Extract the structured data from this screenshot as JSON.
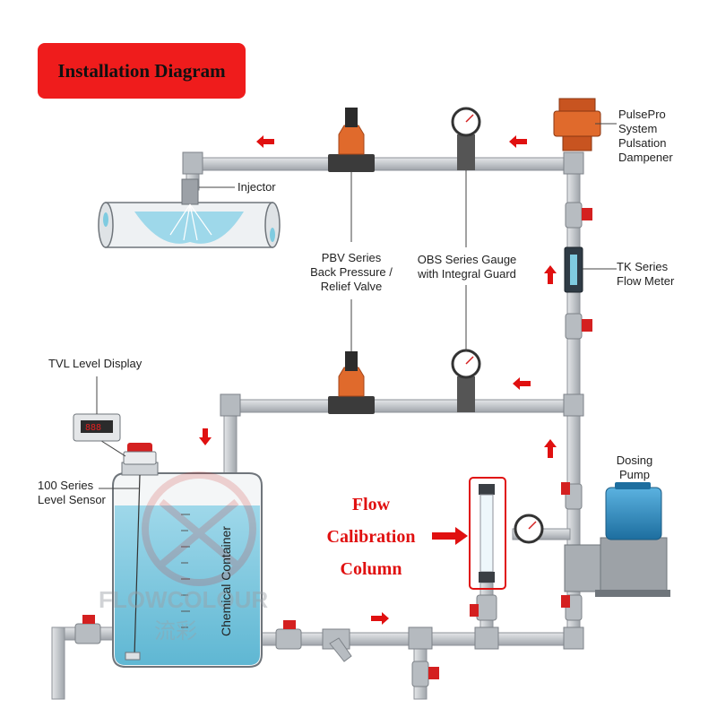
{
  "title": "Installation Diagram",
  "labels": {
    "injector": "Injector",
    "pulsepro": [
      "PulsePro",
      "System",
      "Pulsation",
      "Dampener"
    ],
    "tk_flow_meter": [
      "TK Series",
      "Flow Meter"
    ],
    "pbv_valve": [
      "PBV Series",
      "Back Pressure /",
      "Relief Valve"
    ],
    "obs_gauge": [
      "OBS Series Gauge",
      "with Integral Guard"
    ],
    "tvl_display": "TVL Level Display",
    "level_sensor": [
      "100 Series",
      "Level Sensor"
    ],
    "dosing_pump": [
      "Dosing",
      "Pump"
    ],
    "flow_calibration": [
      "Flow",
      "Calibration",
      "Column"
    ],
    "chemical_container": "Chemical Container",
    "display_reading": "888",
    "watermark": "FLOWCOLOUR",
    "watermark_cn": "流彩"
  },
  "colors": {
    "title_bg": "#ef1c1c",
    "pipe": "#c9ccd0",
    "pipe_edge": "#8d9298",
    "valve_handle": "#d42020",
    "pbv_body": "#e06a2c",
    "arrow": "#e01010",
    "liquid": "#7fcbe0",
    "pump_body": "#2f8fc7"
  }
}
